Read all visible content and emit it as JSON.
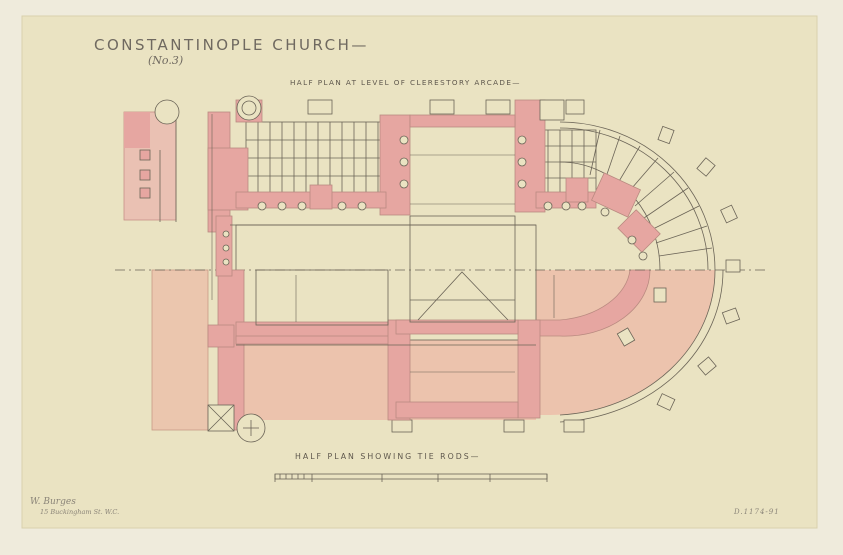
{
  "title": "CONSTANTINOPLE CHURCH—",
  "title_number": "(No.3)",
  "plan_top_caption": "HALF PLAN AT LEVEL OF CLERESTORY ARCADE—",
  "plan_bottom_caption": "HALF PLAN SHOWING TIE RODS—",
  "signature_name": "W. Burges",
  "signature_address": "15 Buckingham St. W.C.",
  "drawing_reference": "D.1174-91",
  "colors": {
    "paper": "#efebdc",
    "sheet": "#eae3c2",
    "masonry": "#e6a6a1",
    "masonry_light": "#ecc3ad",
    "ink": "#6b6457"
  }
}
